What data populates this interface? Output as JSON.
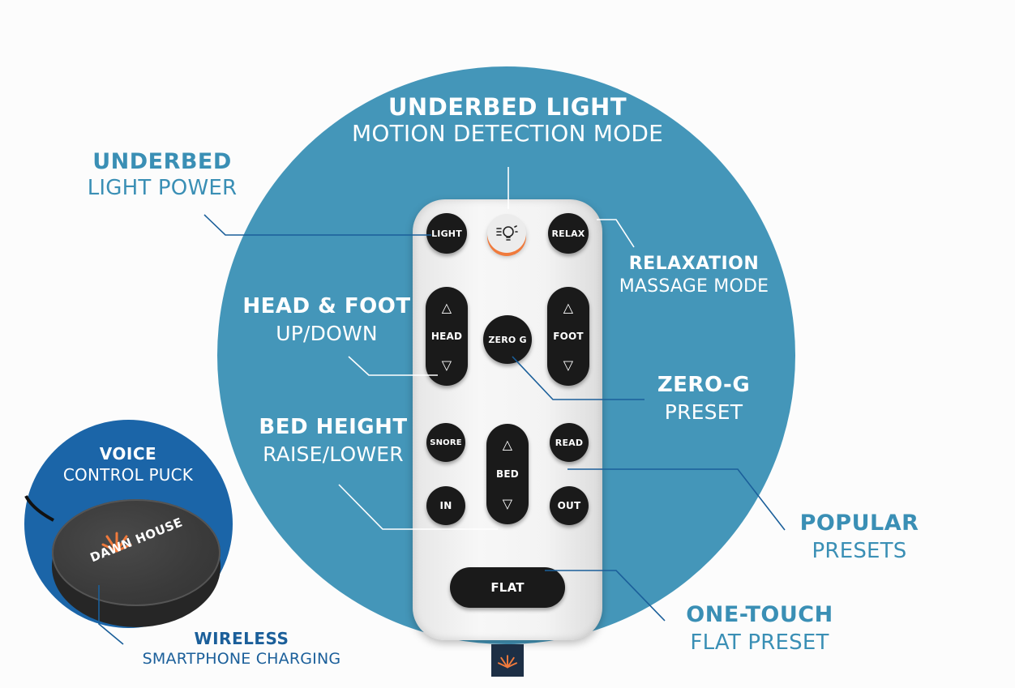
{
  "callouts": {
    "underbed_light_mode": {
      "bold": "UNDERBED LIGHT",
      "normal": "MOTION DETECTION MODE"
    },
    "underbed_light_power": {
      "bold": "UNDERBED",
      "normal": "LIGHT POWER"
    },
    "relaxation": {
      "bold": "RELAXATION",
      "normal": "MASSAGE MODE"
    },
    "head_foot": {
      "bold": "HEAD & FOOT",
      "normal": "UP/DOWN"
    },
    "zero_g": {
      "bold": "ZERO-G",
      "normal": "PRESET"
    },
    "bed_height": {
      "bold": "BED HEIGHT",
      "normal": "RAISE/LOWER"
    },
    "popular_presets": {
      "bold": "POPULAR",
      "normal": "PRESETS"
    },
    "one_touch": {
      "bold": "ONE-TOUCH",
      "normal": "FLAT PRESET"
    },
    "voice": {
      "bold": "VOICE",
      "normal": "CONTROL PUCK"
    },
    "wireless": {
      "bold": "WIRELESS",
      "normal": "SMARTPHONE CHARGING"
    }
  },
  "remote": {
    "light": "LIGHT",
    "relax": "RELAX",
    "head": "HEAD",
    "foot": "FOOT",
    "zero_g": "ZERO G",
    "snore": "SNORE",
    "read": "READ",
    "bed": "BED",
    "in": "IN",
    "out": "OUT",
    "flat": "FLAT",
    "up_arrow": "△",
    "down_arrow": "▽",
    "light_icon": "lightbulb-icon"
  },
  "puck": {
    "brand": "DAWN HOUSE",
    "icon": "sunrise-logo-icon"
  },
  "colors": {
    "big_circle": "#4496b9",
    "small_circle": "#1b65a8",
    "label_blue": "#3a8fb5",
    "label_dark": "#1b5f9a",
    "accent_orange": "#f07a3c",
    "button_black": "#1a1a1a"
  }
}
